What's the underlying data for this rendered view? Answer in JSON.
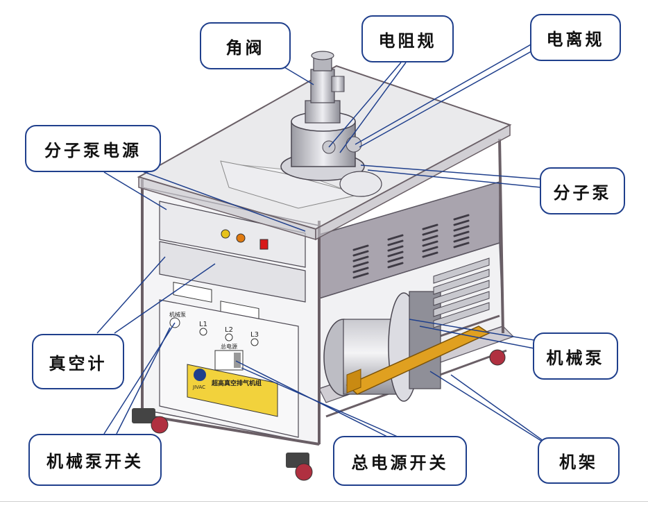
{
  "labels": {
    "angle_valve": "角阀",
    "resistance_gauge": "电阻规",
    "ionization_gauge": "电离规",
    "molecular_pump_power": "分子泵电源",
    "molecular_pump": "分子泵",
    "vacuum_gauge": "真空计",
    "mechanical_pump": "机械泵",
    "mechanical_pump_switch": "机械泵开关",
    "main_power_switch": "总电源开关",
    "frame": "机架"
  },
  "panel": {
    "pump_switch_label": "机械泵",
    "l1": "L1",
    "l2": "L2",
    "l3": "L3",
    "main_switch_label": "总电源",
    "brand": "JIVAC",
    "product_name": "超高真空排气机组"
  },
  "colors": {
    "callout_border": "#1f3f8c",
    "leader_line": "#1f3f8c",
    "frame": "#6a5f66",
    "glass": "#d9d8dc",
    "pump_rail": "#e0a020",
    "nameplate": "#f2d23c",
    "caster": "#b03040"
  }
}
